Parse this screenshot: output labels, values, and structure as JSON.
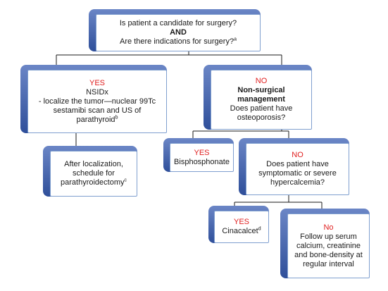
{
  "colors": {
    "accent_blue": "#2f4f9a",
    "box_border": "#7f9fcf",
    "yes_no_red": "#e02020",
    "connector": "#1a1a1a"
  },
  "nodes": {
    "root": {
      "line1": "Is patient a candidate for surgery?",
      "line2": "AND",
      "line3": "Are there indications for surgery?",
      "note": "a"
    },
    "yes1": {
      "label": "YES",
      "line1": "NSIDx",
      "line2": "- localize the tumor—nuclear 99Tc",
      "line3": "sestamibi scan and US of",
      "line4": "parathyroid",
      "note": "b"
    },
    "after": {
      "line1": "After localization,",
      "line2": "schedule for",
      "line3": "parathyroidectomy",
      "note": "c"
    },
    "no1": {
      "label": "NO",
      "line1": "Non-surgical",
      "line2": "management",
      "line3": "Does patient have",
      "line4": "osteoporosis?"
    },
    "yes2": {
      "label": "YES",
      "line1": "Bisphosphonate"
    },
    "no2": {
      "label": "NO",
      "line1": "Does patient have",
      "line2": "symptomatic or severe",
      "line3": "hypercalcemia?"
    },
    "yes3": {
      "label": "YES",
      "line1": "Cinacalcet",
      "note": "d"
    },
    "no3": {
      "label": "No",
      "line1": "Follow up serum",
      "line2": "calcium, creatinine",
      "line3": "and bone-density at",
      "line4": "regular interval"
    }
  }
}
